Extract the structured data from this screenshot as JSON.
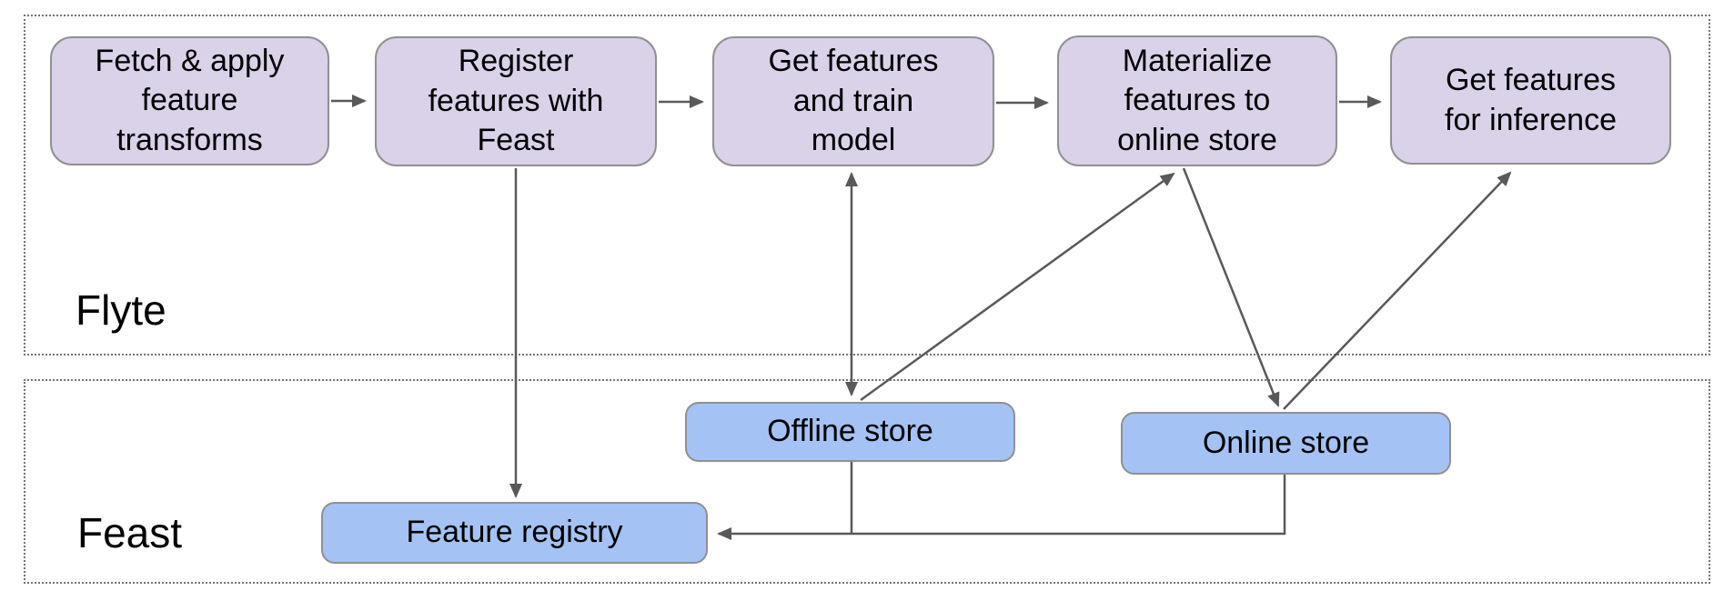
{
  "diagram_type": "flowchart",
  "lanes": [
    {
      "id": "flyte",
      "label": "Flyte"
    },
    {
      "id": "feast",
      "label": "Feast"
    }
  ],
  "nodes": {
    "fetch_transforms": {
      "lane": "flyte",
      "label": [
        "Fetch & apply",
        "feature",
        "transforms"
      ]
    },
    "register_features": {
      "lane": "flyte",
      "label": [
        "Register",
        "features with",
        "Feast"
      ]
    },
    "get_features_train": {
      "lane": "flyte",
      "label": [
        "Get features",
        "and train",
        "model"
      ]
    },
    "materialize_features": {
      "lane": "flyte",
      "label": [
        "Materialize",
        "features to",
        "online store"
      ]
    },
    "get_features_inference": {
      "lane": "flyte",
      "label": [
        "Get features",
        "for inference"
      ]
    },
    "offline_store": {
      "lane": "feast",
      "label": "Offline store"
    },
    "online_store": {
      "lane": "feast",
      "label": "Online store"
    },
    "feature_registry": {
      "lane": "feast",
      "label": "Feature registry"
    }
  },
  "edges": [
    {
      "from": "fetch_transforms",
      "to": "register_features",
      "style": "arrow"
    },
    {
      "from": "register_features",
      "to": "get_features_train",
      "style": "arrow"
    },
    {
      "from": "get_features_train",
      "to": "materialize_features",
      "style": "arrow"
    },
    {
      "from": "materialize_features",
      "to": "get_features_inference",
      "style": "arrow"
    },
    {
      "from": "register_features",
      "to": "feature_registry",
      "style": "arrow"
    },
    {
      "from": "get_features_train",
      "to": "offline_store",
      "style": "double-arrow"
    },
    {
      "from": "offline_store",
      "to": "materialize_features",
      "style": "arrow"
    },
    {
      "from": "materialize_features",
      "to": "online_store",
      "style": "arrow"
    },
    {
      "from": "online_store",
      "to": "get_features_inference",
      "style": "arrow"
    },
    {
      "from": "offline_store",
      "to": "feature_registry",
      "style": "arrow"
    },
    {
      "from": "online_store",
      "to": "feature_registry",
      "style": "arrow"
    }
  ],
  "colors": {
    "step_fill": "#d9d2e9",
    "store_fill": "#a4c2f4",
    "node_border": "#909090",
    "arrow": "#595959",
    "lane_border": "#737373",
    "text": "#000000",
    "background": "#ffffff"
  }
}
